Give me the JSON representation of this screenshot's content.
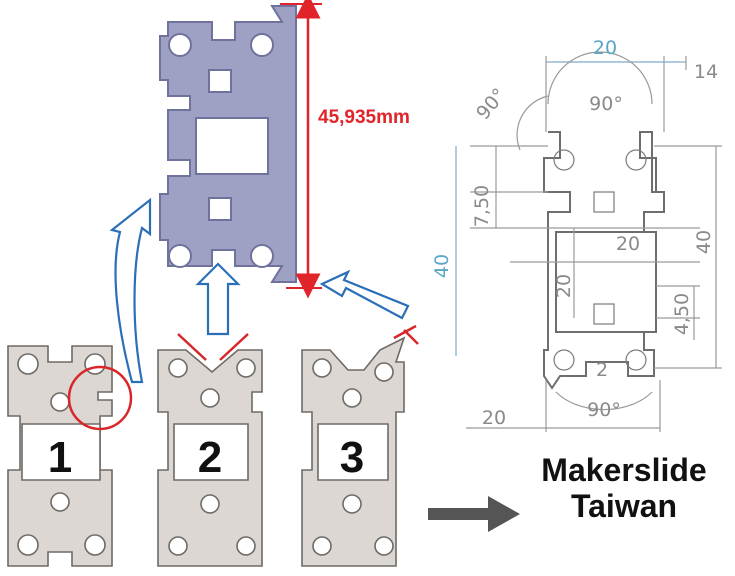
{
  "profiles": [
    {
      "label": "1"
    },
    {
      "label": "2"
    },
    {
      "label": "3"
    }
  ],
  "measurement": {
    "value": "45,935mm"
  },
  "drawing": {
    "top_width": "20",
    "top_offset": "14",
    "angle_top_left": "90°",
    "angle_top_center": "90°",
    "angle_bottom": "90°",
    "dim_7_50": "7,50",
    "dim_20_mid": "20",
    "dim_20_vertical": "20",
    "dim_40_left": "40",
    "dim_40_right": "40",
    "dim_4_50": "4,50",
    "dim_2": "2",
    "bottom_width": "20"
  },
  "brand": {
    "line1": "Makerslide",
    "line2": "Taiwan"
  },
  "colors": {
    "profile_fill": "#dcd7d2",
    "profile_edge": "#6e6a66",
    "render_fill": "#9ea0c4",
    "accent_red": "#e0242a",
    "arrow_blue": "#2a6fb8"
  }
}
